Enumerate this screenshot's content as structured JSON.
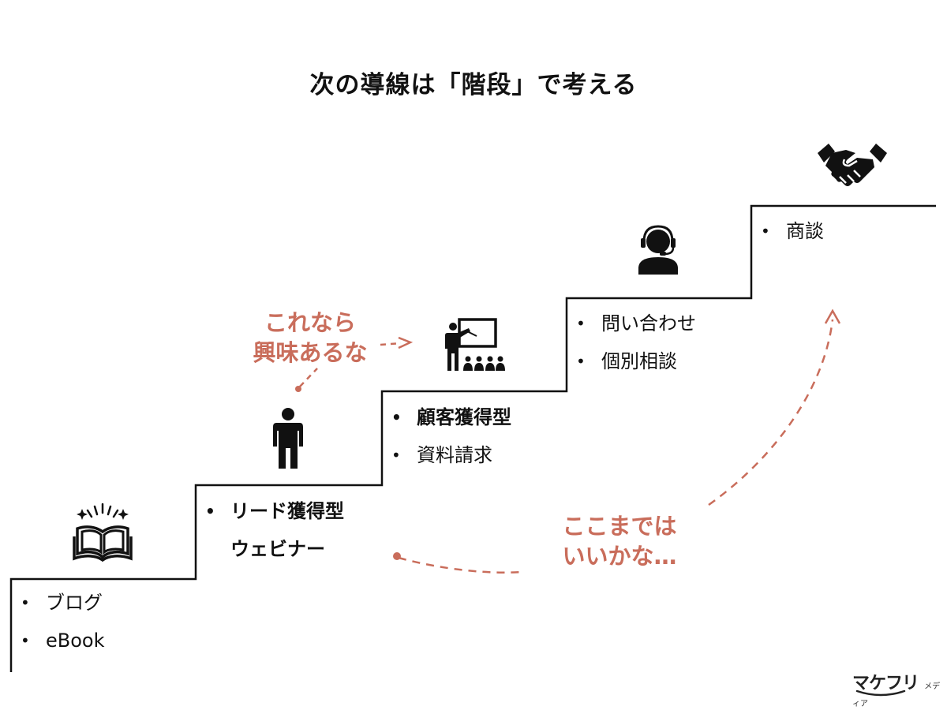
{
  "title": "次の導線は「階段」で考える",
  "steps": [
    {
      "items": [
        {
          "text": "ブログ",
          "bold": false,
          "bullet": true
        },
        {
          "text": "eBook",
          "bold": false,
          "bullet": true
        }
      ],
      "icon": "open-book-icon"
    },
    {
      "items": [
        {
          "text": "リード獲得型",
          "bold": true,
          "bullet": true
        },
        {
          "text": "ウェビナー",
          "bold": true,
          "bullet": false
        }
      ],
      "icon": "person-icon"
    },
    {
      "items": [
        {
          "text": "顧客獲得型",
          "bold": true,
          "bullet": true
        },
        {
          "text": "資料請求",
          "bold": false,
          "bullet": true
        }
      ],
      "icon": "presentation-icon"
    },
    {
      "items": [
        {
          "text": "問い合わせ",
          "bold": false,
          "bullet": true
        },
        {
          "text": "個別相談",
          "bold": false,
          "bullet": true
        }
      ],
      "icon": "headset-operator-icon"
    },
    {
      "items": [
        {
          "text": "商談",
          "bold": false,
          "bullet": true
        }
      ],
      "icon": "handshake-icon"
    }
  ],
  "callouts": {
    "interest": {
      "line1": "これなら",
      "line2": "興味あるな"
    },
    "enough": {
      "line1": "ここまでは",
      "line2": "いいかな…"
    }
  },
  "bullet_char": "•",
  "logo": {
    "main": "マケフリ",
    "sub": "メディア"
  },
  "colors": {
    "accent": "#c96d5b",
    "line": "#111111"
  }
}
